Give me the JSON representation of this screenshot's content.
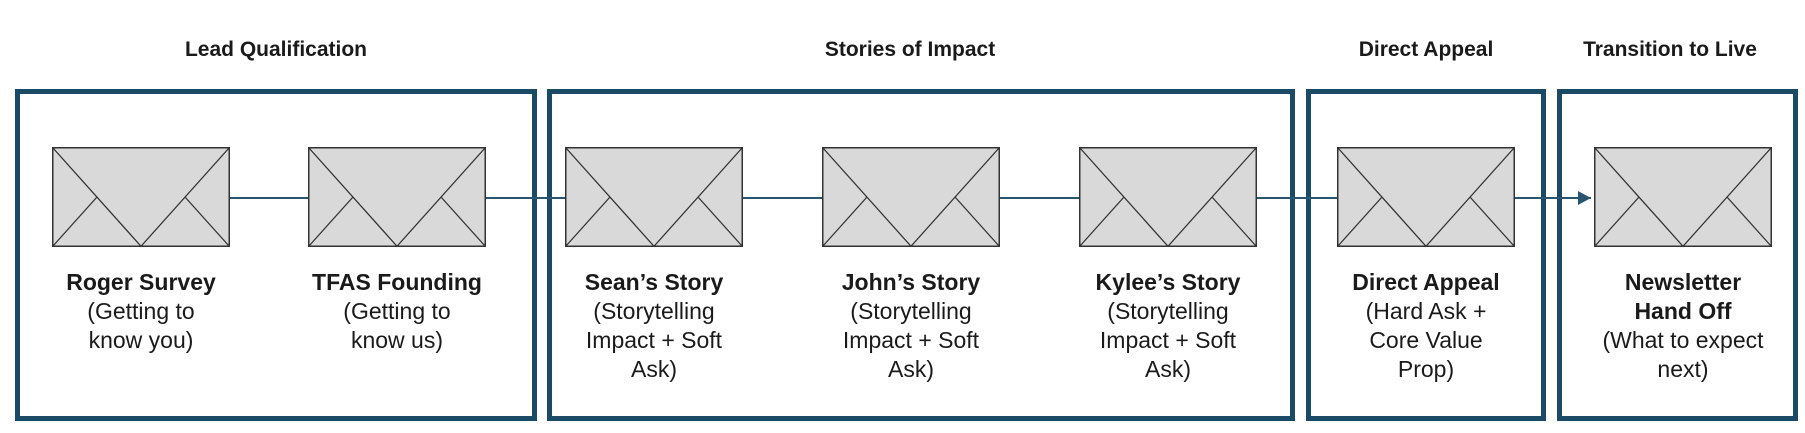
{
  "colors": {
    "frame": "#1b4a66",
    "connector": "#2a5570",
    "envelope_fill": "#d9d9d9",
    "envelope_stroke": "#333333"
  },
  "groups": [
    {
      "title": "Lead Qualification"
    },
    {
      "title": "Stories of Impact"
    },
    {
      "title": "Direct Appeal"
    },
    {
      "title": "Transition to Live"
    }
  ],
  "emails": [
    {
      "icon": "envelope-icon",
      "name": "Roger Survey",
      "desc": "(Getting to know you)"
    },
    {
      "icon": "envelope-icon",
      "name": "TFAS Founding",
      "desc": "(Getting to know us)"
    },
    {
      "icon": "envelope-icon",
      "name": "Sean’s Story",
      "desc": "(Storytelling Impact + Soft Ask)"
    },
    {
      "icon": "envelope-icon",
      "name": "John’s Story",
      "desc": "(Storytelling Impact + Soft Ask)"
    },
    {
      "icon": "envelope-icon",
      "name": "Kylee’s Story",
      "desc": "(Storytelling Impact + Soft Ask)"
    },
    {
      "icon": "envelope-icon",
      "name": "Direct Appeal",
      "desc": "(Hard Ask + Core Value Prop)"
    },
    {
      "icon": "envelope-icon",
      "name": "Newsletter Hand Off",
      "desc": "(What to expect next)"
    }
  ]
}
